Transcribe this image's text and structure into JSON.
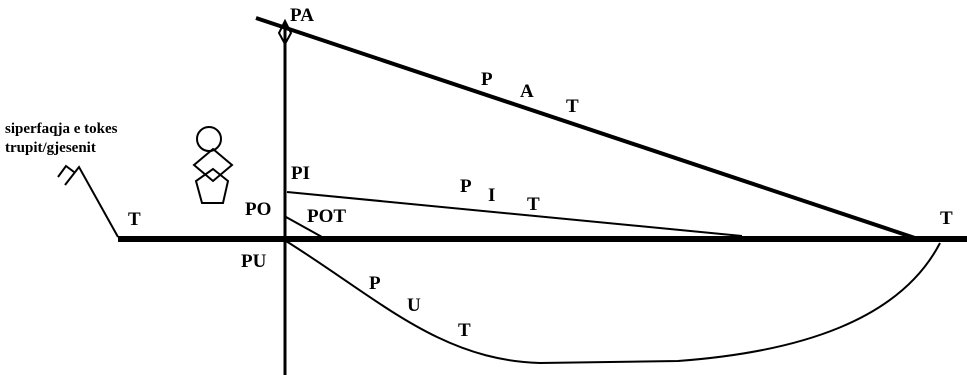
{
  "labels": {
    "pa": "PA",
    "pi": "PI",
    "po": "PO",
    "pu": "PU",
    "pot": "POT",
    "t_left": "T",
    "t_right": "T",
    "pat": [
      "P",
      "A",
      "T"
    ],
    "pit": [
      "P",
      "I",
      "T"
    ],
    "put": [
      "P",
      "U",
      "T"
    ]
  },
  "annotation": {
    "line1": "siperfaqja e tokes",
    "line2": "trupit/gjesenit"
  },
  "icons": [
    "diamond-marker-icon",
    "person-figure-icon",
    "arrow-icon"
  ],
  "colors": {
    "ink": "#000000",
    "background": "#ffffff"
  }
}
